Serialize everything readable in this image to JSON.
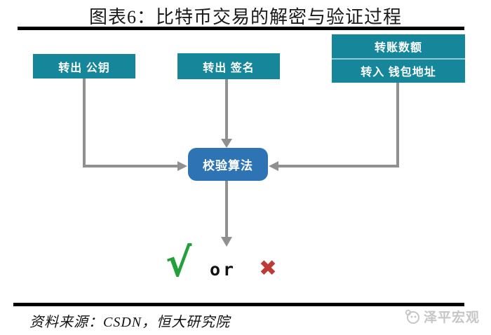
{
  "title": "图表6：比特币交易的解密与验证过程",
  "colors": {
    "node_teal": "#16879B",
    "node_blue": "#2E74B5",
    "connector_gray": "#909090",
    "check_green": "#21A03C",
    "cross_red": "#BE3A34",
    "rule_black": "#000000",
    "watermark_gray": "#C6C6C6"
  },
  "diagram": {
    "nodes": {
      "public_key": {
        "label": "转出 公钥"
      },
      "signature": {
        "label": "转出 签名"
      },
      "amount": {
        "label": "转账数额"
      },
      "wallet_address": {
        "label": "转入 钱包地址"
      },
      "algorithm": {
        "label": "校验算法"
      }
    },
    "result": {
      "check": "√",
      "or": "or",
      "cross": "✖"
    }
  },
  "footer": {
    "source": "资料来源：CSDN，恒大研究院",
    "watermark": "泽平宏观"
  }
}
